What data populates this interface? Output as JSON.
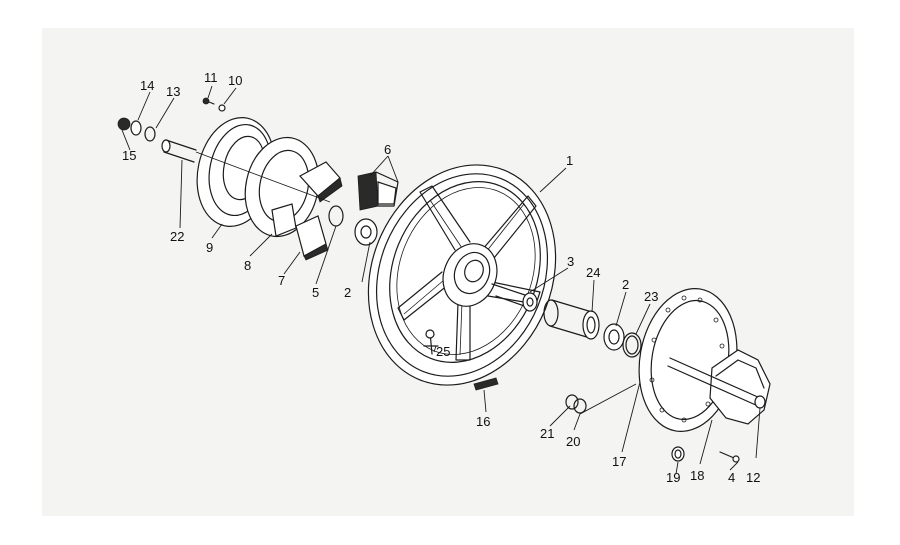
{
  "callouts": [
    {
      "id": "1",
      "text": "1"
    },
    {
      "id": "2a",
      "text": "2"
    },
    {
      "id": "2b",
      "text": "2"
    },
    {
      "id": "3",
      "text": "3"
    },
    {
      "id": "4",
      "text": "4"
    },
    {
      "id": "5",
      "text": "5"
    },
    {
      "id": "6",
      "text": "6"
    },
    {
      "id": "7",
      "text": "7"
    },
    {
      "id": "8",
      "text": "8"
    },
    {
      "id": "9",
      "text": "9"
    },
    {
      "id": "10",
      "text": "10"
    },
    {
      "id": "11",
      "text": "11"
    },
    {
      "id": "12",
      "text": "12"
    },
    {
      "id": "13",
      "text": "13"
    },
    {
      "id": "14",
      "text": "14"
    },
    {
      "id": "15",
      "text": "15"
    },
    {
      "id": "16",
      "text": "16"
    },
    {
      "id": "17",
      "text": "17"
    },
    {
      "id": "18",
      "text": "18"
    },
    {
      "id": "19",
      "text": "19"
    },
    {
      "id": "20",
      "text": "20"
    },
    {
      "id": "21",
      "text": "21"
    },
    {
      "id": "22",
      "text": "22"
    },
    {
      "id": "23",
      "text": "23"
    },
    {
      "id": "24",
      "text": "24"
    },
    {
      "id": "25",
      "text": "25"
    }
  ]
}
